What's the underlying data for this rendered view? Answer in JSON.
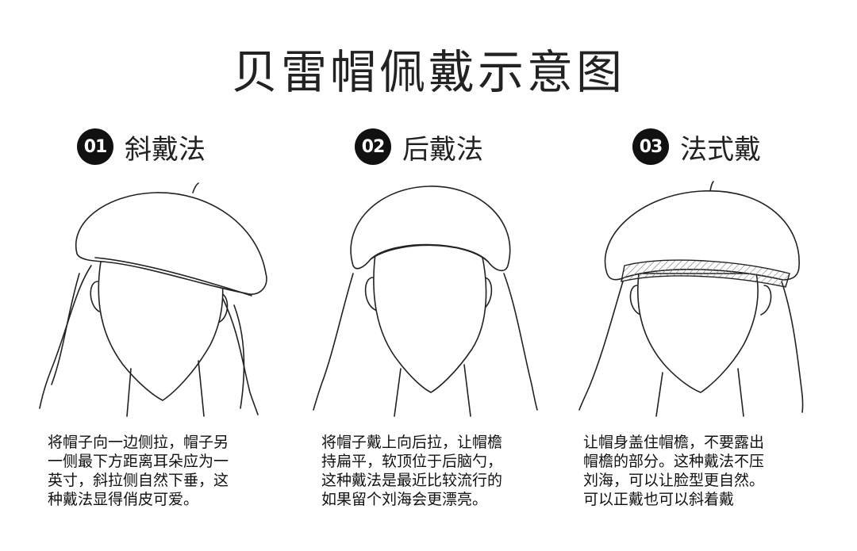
{
  "title": "贝雷帽佩戴示意图",
  "steps": [
    {
      "number": "01",
      "title": "斜戴法",
      "description_lines": [
        "将帽子向一边侧拉，帽子另",
        "一侧最下方距离耳朵应为一",
        "英寸，斜拉侧自然下垂，这",
        "种戴法显得俏皮可爱。"
      ]
    },
    {
      "number": "02",
      "title": "后戴法",
      "description_lines": [
        "将帽子戴上向后拉，让帽檐",
        "持扁平，软顶位于后脑勺，",
        "这种戴法是最近比较流行的",
        "如果留个刘海会更漂亮。"
      ]
    },
    {
      "number": "03",
      "title": "法式戴",
      "description_lines": [
        "让帽身盖住帽檐，不要露出",
        "帽檐的部分。这种戴法不压",
        "刘海，可以让脸型更自然。",
        "可以正戴也可以斜着戴"
      ]
    }
  ]
}
